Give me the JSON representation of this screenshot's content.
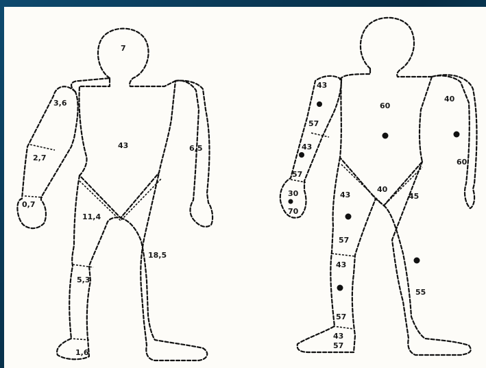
{
  "figures": {
    "left": {
      "head": "7",
      "upper_arm": "3,6",
      "forearm": "2,7",
      "hand": "0,7",
      "trunk": "43",
      "right_arm": "6,5",
      "thigh": "11,4",
      "right_leg": "18,5",
      "lower_leg": "5,3",
      "foot": "1,6"
    },
    "right": {
      "upper_arm_top": "43",
      "upper_arm_low": "57",
      "forearm_top": "43",
      "forearm_low": "57",
      "hand_top": "30",
      "hand_low": "70",
      "trunk": "60",
      "right_arm_top": "40",
      "right_arm_low": "60",
      "pelvis": "40",
      "thigh_top": "43",
      "thigh_low": "57",
      "right_thigh": "45",
      "lower_leg_top": "43",
      "lower_leg_low": "57",
      "right_lower_leg": "55",
      "foot_top": "43",
      "foot_low": "57"
    }
  },
  "colors": {
    "frame": "#0b3a57",
    "paper": "#fdfcf8",
    "ink": "#111111"
  }
}
